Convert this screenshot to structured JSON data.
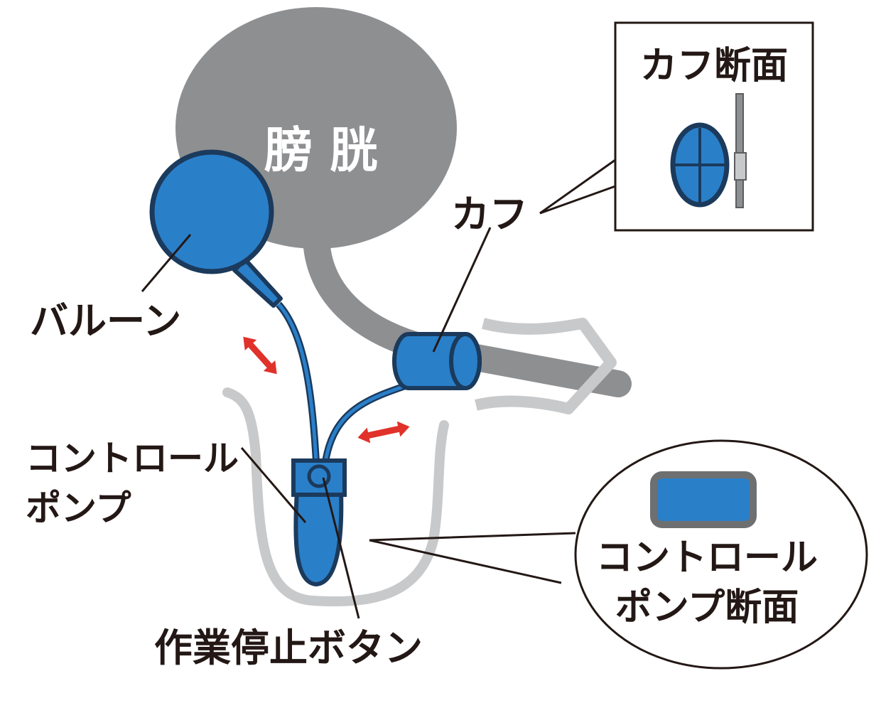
{
  "labels": {
    "bladder": "膀 胱",
    "balloon": "バルーン",
    "cuff": "カフ",
    "cuff_section": "カフ断面",
    "pump_line1": "コントロール",
    "pump_line2": "ポンプ",
    "stop_button": "作業停止ボタン",
    "pump_section_line1": "コントロール",
    "pump_section_line2": "ポンプ断面"
  },
  "colors": {
    "device_blue": "#2a7fc9",
    "device_stroke": "#1b3a5c",
    "organ_gray": "#8e8f91",
    "outline_gray": "#c8c9ca",
    "flow_arrow_red": "#e0322b",
    "label_text": "#231815"
  },
  "icons": {
    "flow_arrows": "double-headed-arrow"
  }
}
